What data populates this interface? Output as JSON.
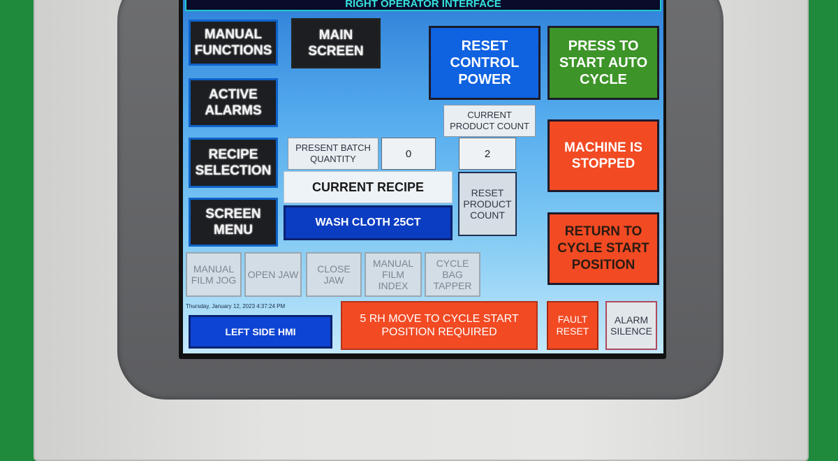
{
  "header": {
    "title": "RIGHT OPERATOR INTERFACE"
  },
  "nav": {
    "manual_functions": "MANUAL FUNCTIONS",
    "main_screen": "MAIN SCREEN",
    "active_alarms": "ACTIVE ALARMS",
    "recipe_selection": "RECIPE SELECTION",
    "screen_menu": "SCREEN MENU",
    "left_side_hmi": "LEFT SIDE HMI"
  },
  "controls": {
    "reset_control_power": "RESET CONTROL POWER",
    "press_to_start_auto_cycle": "PRESS TO START AUTO CYCLE",
    "return_to_cycle_start": "RETURN TO CYCLE START POSITION",
    "reset_product_count": "RESET PRODUCT COUNT",
    "fault_reset": "FAULT RESET",
    "alarm_silence": "ALARM SILENCE"
  },
  "manual": {
    "film_jog": "MANUAL FILM JOG",
    "open_jaw": "OPEN JAW",
    "close_jaw": "CLOSE JAW",
    "film_index": "MANUAL FILM INDEX",
    "bag_tapper": "CYCLE BAG TAPPER"
  },
  "counters": {
    "present_batch_label": "PRESENT BATCH QUANTITY",
    "present_batch_value": "0",
    "current_product_label": "CURRENT PRODUCT COUNT",
    "current_product_value": "2"
  },
  "recipe": {
    "label": "CURRENT RECIPE",
    "value": "WASH CLOTH 25CT"
  },
  "status": {
    "machine": "MACHINE IS STOPPED",
    "message": "5 RH MOVE TO CYCLE START POSITION REQUIRED",
    "timestamp": "Thursday, January 12, 2023 4:37:24 PM"
  },
  "colors": {
    "title_text": "#36e2dc",
    "stopped_red": "#f24a23",
    "start_green": "#3d9428",
    "reset_blue": "#0f62e0"
  }
}
